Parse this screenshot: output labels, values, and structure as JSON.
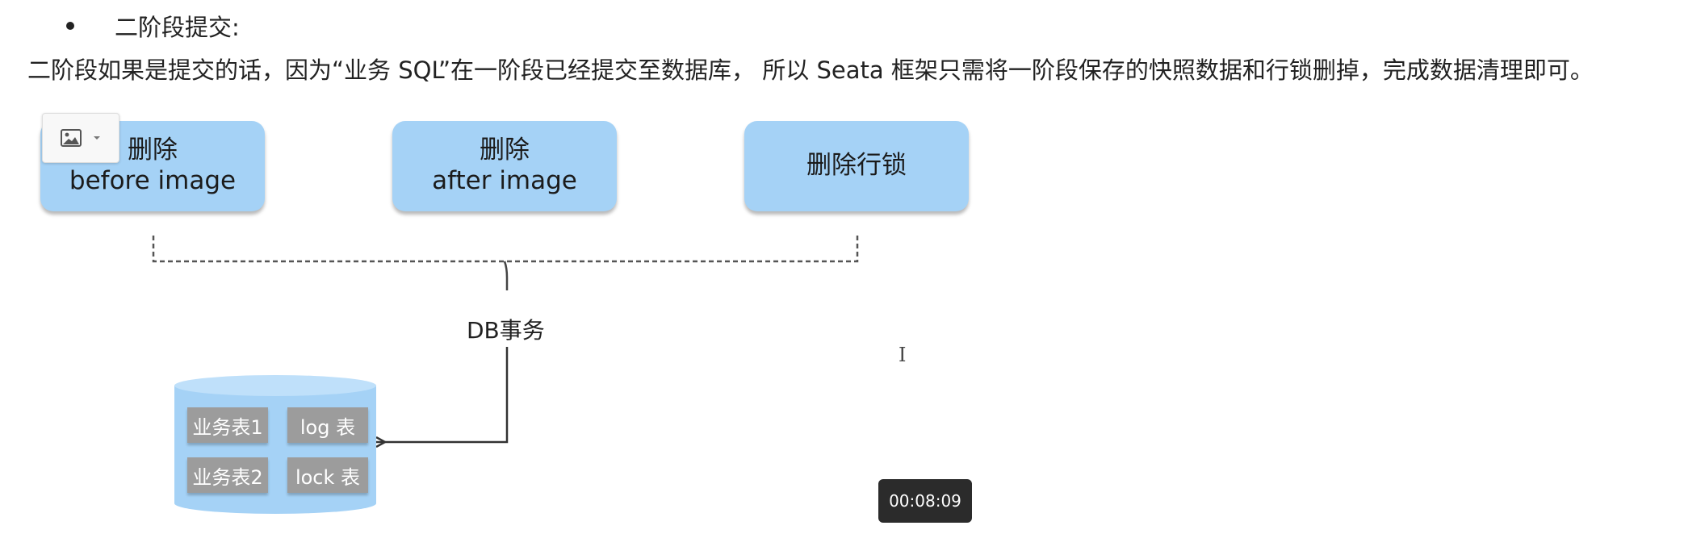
{
  "doc": {
    "bullet": "二阶段提交:",
    "paragraph": "二阶段如果是提交的话，因为“业务 SQL”在一阶段已经提交至数据库， 所以 Seata 框架只需将一阶段保存的快照数据和行锁删掉，完成数据清理即可。"
  },
  "diagram": {
    "box1": {
      "line1": "删除",
      "line2": "before image"
    },
    "box2": {
      "line1": "删除",
      "line2": "after image"
    },
    "box3": {
      "line1": "删除行锁"
    },
    "db_label": "DB事务",
    "tables": [
      "业务表1",
      "log 表",
      "业务表2",
      "lock 表"
    ],
    "colors": {
      "box_fill": "#a5d2f6",
      "cylinder_fill": "#a5d2f6",
      "table_fill": "#9c9c9c"
    }
  },
  "image_toolbar": {
    "icon": "image-icon",
    "dropdown_icon": "caret-down-icon"
  },
  "video": {
    "timestamp": "00:08:09"
  },
  "cursor": {
    "icon": "text-cursor-icon"
  }
}
